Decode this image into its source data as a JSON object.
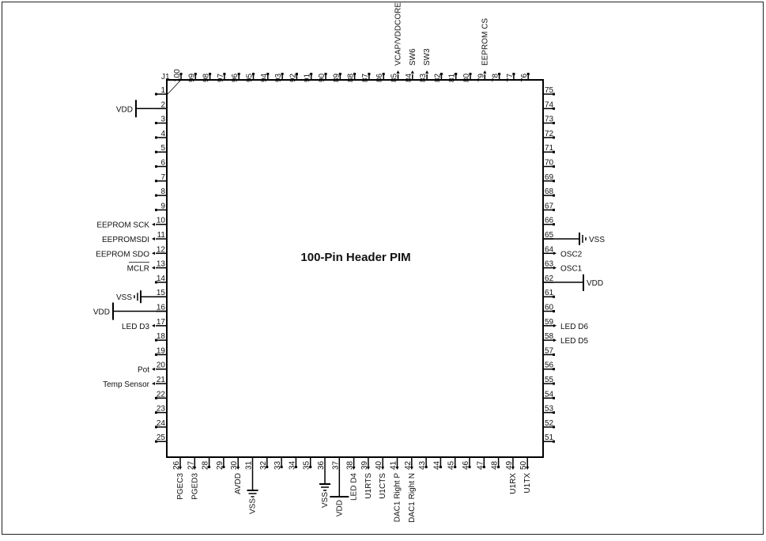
{
  "title": "100-Pin Header PIM",
  "connector_ref": "J1",
  "pins": {
    "left": [
      1,
      2,
      3,
      4,
      5,
      6,
      7,
      8,
      9,
      10,
      11,
      12,
      13,
      14,
      15,
      16,
      17,
      18,
      19,
      20,
      21,
      22,
      23,
      24,
      25
    ],
    "bottom": [
      26,
      27,
      28,
      29,
      30,
      31,
      32,
      33,
      34,
      35,
      36,
      37,
      38,
      39,
      40,
      41,
      42,
      43,
      44,
      45,
      46,
      47,
      48,
      49,
      50
    ],
    "right": [
      75,
      74,
      73,
      72,
      71,
      70,
      69,
      68,
      67,
      66,
      65,
      64,
      63,
      62,
      61,
      60,
      59,
      58,
      57,
      56,
      55,
      54,
      53,
      52,
      51
    ],
    "top": [
      100,
      99,
      98,
      97,
      96,
      95,
      94,
      93,
      92,
      91,
      90,
      89,
      88,
      87,
      86,
      85,
      84,
      83,
      82,
      81,
      80,
      79,
      78,
      77,
      76
    ]
  },
  "signals": [
    {
      "pin": 2,
      "label": "VDD",
      "kind": "vdd"
    },
    {
      "pin": 10,
      "label": "EEPROM SCK",
      "kind": "arrow"
    },
    {
      "pin": 11,
      "label": "EEPROMSDI",
      "kind": "arrow"
    },
    {
      "pin": 12,
      "label": "EEPROM SDO",
      "kind": "arrow"
    },
    {
      "pin": 13,
      "label": "MCLR",
      "kind": "arrow",
      "overline": true
    },
    {
      "pin": 15,
      "label": "VSS",
      "kind": "vss"
    },
    {
      "pin": 16,
      "label": "VDD",
      "kind": "vdd"
    },
    {
      "pin": 17,
      "label": "LED D3",
      "kind": "arrow"
    },
    {
      "pin": 20,
      "label": "Pot",
      "kind": "arrow"
    },
    {
      "pin": 21,
      "label": "Temp Sensor",
      "kind": "arrow"
    },
    {
      "pin": 26,
      "label": "PGEC3",
      "kind": "arrow"
    },
    {
      "pin": 27,
      "label": "PGED3",
      "kind": "arrow"
    },
    {
      "pin": 30,
      "label": "AVDD",
      "kind": "arrow"
    },
    {
      "pin": 31,
      "label": "VSS",
      "kind": "vss"
    },
    {
      "pin": 36,
      "label": "VSS",
      "kind": "vss"
    },
    {
      "pin": 37,
      "label": "VDD",
      "kind": "vdd"
    },
    {
      "pin": 38,
      "label": "LED D4",
      "kind": "arrow"
    },
    {
      "pin": 39,
      "label": "U1RTS",
      "kind": "arrow"
    },
    {
      "pin": 40,
      "label": "U1CTS",
      "kind": "arrow"
    },
    {
      "pin": 41,
      "label": "DAC1 Right P",
      "kind": "arrow"
    },
    {
      "pin": 42,
      "label": "DAC1 Right N",
      "kind": "arrow"
    },
    {
      "pin": 49,
      "label": "U1RX",
      "kind": "arrow"
    },
    {
      "pin": 50,
      "label": "U1TX",
      "kind": "arrow"
    },
    {
      "pin": 58,
      "label": "LED D5",
      "kind": "arrow"
    },
    {
      "pin": 59,
      "label": "LED D6",
      "kind": "arrow"
    },
    {
      "pin": 62,
      "label": "VDD",
      "kind": "vdd"
    },
    {
      "pin": 63,
      "label": "OSC1",
      "kind": "arrow"
    },
    {
      "pin": 64,
      "label": "OSC2",
      "kind": "arrow"
    },
    {
      "pin": 65,
      "label": "VSS",
      "kind": "vss"
    },
    {
      "pin": 79,
      "label": "EEPROM CS",
      "kind": "arrow"
    },
    {
      "pin": 83,
      "label": "SW3",
      "kind": "arrow"
    },
    {
      "pin": 84,
      "label": "SW6",
      "kind": "arrow"
    },
    {
      "pin": 85,
      "label": "VCAP/VDDCORE",
      "kind": "arrow"
    }
  ]
}
